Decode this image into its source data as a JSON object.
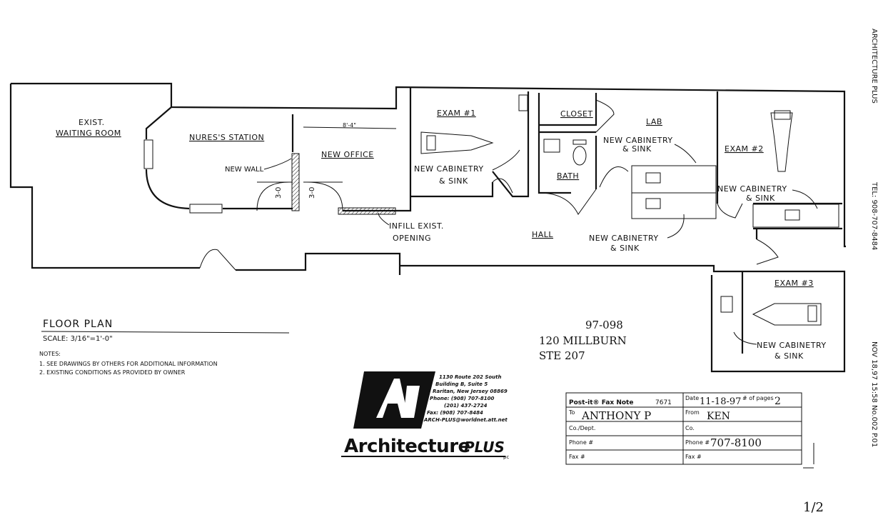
{
  "rooms": {
    "exist_waiting_1": "EXIST.",
    "exist_waiting_2": "WAITING ROOM",
    "nurses_station": "NURES'S STATION",
    "new_wall": "NEW WALL",
    "new_office": "NEW OFFICE",
    "exam1": "EXAM #1",
    "closet": "CLOSET",
    "lab": "LAB",
    "bath": "BATH",
    "exam2": "EXAM #2",
    "exam3": "EXAM #3",
    "hall": "HALL",
    "infill_1": "INFILL EXIST.",
    "infill_2": "OPENING",
    "new_cab_1a": "NEW CABINETRY",
    "new_cab_1b": "& SINK",
    "new_cab_lab_a": "NEW CABINETRY",
    "new_cab_lab_b": "& SINK",
    "new_cab_hall_a": "NEW CABINETRY",
    "new_cab_hall_b": "& SINK",
    "new_cab_2a": "NEW CABINETRY",
    "new_cab_2b": "& SINK",
    "new_cab_3a": "NEW CABINETRY",
    "new_cab_3b": "& SINK",
    "door_size_1": "3-0",
    "door_size_2": "3-0",
    "dim_office": "8'-4\""
  },
  "plan": {
    "title": "FLOOR PLAN",
    "scale": "SCALE: 3/16\"=1'-0\"",
    "notes_label": "NOTES:",
    "note1": "1. SEE DRAWINGS BY OTHERS FOR ADDITIONAL INFORMATION",
    "note2": "2. EXISTING CONDITIONS AS PROVIDED BY OWNER"
  },
  "handwritten": {
    "line1": "97-098",
    "line2": "120 MILLBURN",
    "line3": "STE 207",
    "page": "1/2"
  },
  "company": {
    "address1": "1130 Route 202 South",
    "address2": "Building B, Suite 5",
    "address3": "Raritan, New Jersey 08869",
    "phone": "Phone: (908) 707-8100",
    "phone2": "(201) 437-2724",
    "fax": "Fax: (908) 707-8484",
    "email": "ARCH-PLUS@worldnet.att.net",
    "logo_text": "Architecture",
    "logo_plus": "PLUS",
    "logo_pc": "pc"
  },
  "fax_note": {
    "brand": "Post-it® Fax Note",
    "code": "7671",
    "date_label": "Date",
    "date_value": "11-18-97",
    "pages_label": "# of pages",
    "pages_value": "2",
    "to_label": "To",
    "to_value": "ANTHONY P",
    "from_label": "From",
    "from_value": "KEN",
    "co_dept_label": "Co./Dept.",
    "co_label": "Co.",
    "phone_label": "Phone #",
    "phone_value": "707-8100",
    "fax_label": "Fax #",
    "fax_label2": "Fax #"
  },
  "fax_header": {
    "sender": "ARCHITECTURE PLUS",
    "tel": "TEL: 908-707-8484",
    "stamp": "NOV 18,97 15:58 No.002 P.01"
  }
}
